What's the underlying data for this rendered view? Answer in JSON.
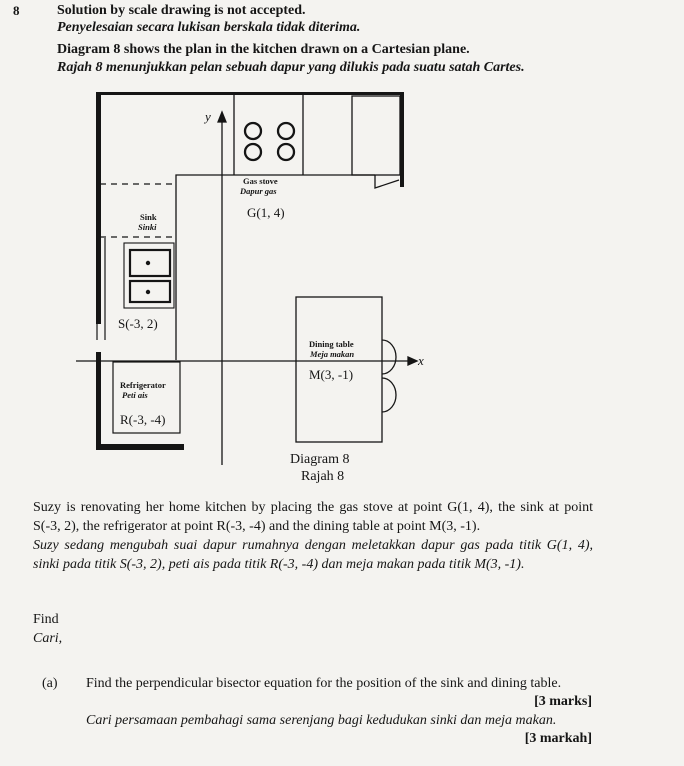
{
  "question": {
    "number": "8",
    "header_en": "Solution by scale drawing is not accepted.",
    "header_ms": "Penyelesaian secara lukisan berskala tidak diterima.",
    "intro_en": "Diagram 8 shows the plan in the kitchen drawn on a Cartesian plane.",
    "intro_ms": "Rajah 8 menunjukkan pelan sebuah dapur yang dilukis pada suatu satah Cartes."
  },
  "diagram": {
    "axis_y": "y",
    "axis_x": "x",
    "gas_stove_en": "Gas stove",
    "gas_stove_ms": "Dapur gas",
    "point_g": "G(1, 4)",
    "sink_en": "Sink",
    "sink_ms": "Sinki",
    "point_s": "S(-3, 2)",
    "table_en": "Dining table",
    "table_ms": "Meja makan",
    "point_m": "M(3, -1)",
    "fridge_en": "Refrigerator",
    "fridge_ms": "Peti ais",
    "point_r": "R(-3, -4)",
    "caption_en": "Diagram 8",
    "caption_ms": "Rajah 8"
  },
  "body": {
    "para_en": "Suzy is renovating her home kitchen by placing the gas stove at point G(1, 4), the sink at point S(-3, 2), the refrigerator at point R(-3, -4) and the dining table at point M(3, -1).",
    "para_ms": "Suzy sedang mengubah suai dapur rumahnya dengan meletakkan dapur gas pada titik G(1, 4), sinki pada titik S(-3, 2), peti ais pada titik R(-3, -4) dan meja makan pada titik M(3, -1).",
    "find_en": "Find",
    "find_ms": "Cari,"
  },
  "part_a": {
    "label": "(a)",
    "text_en": "Find the perpendicular bisector equation for the position of the sink and dining table.",
    "marks_en": "[3 marks]",
    "text_ms": "Cari persamaan pembahagi sama serenjang bagi kedudukan sinki dan meja makan.",
    "marks_ms": "[3 markah]"
  }
}
